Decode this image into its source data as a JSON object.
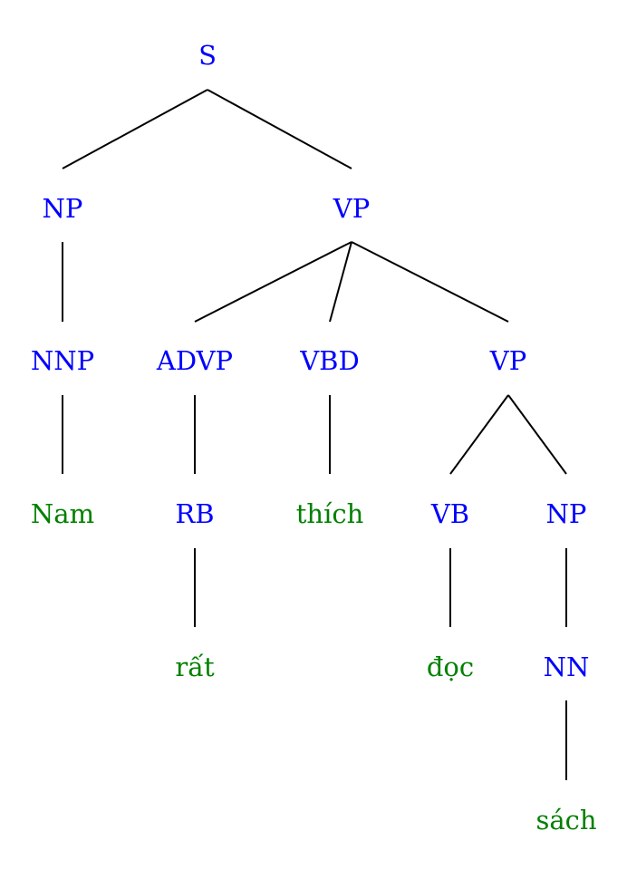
{
  "colors": {
    "nonterminal": "#0000ff",
    "terminal": "#008000",
    "edge": "#000000"
  },
  "tree": {
    "s": {
      "label": "S",
      "kind": "nonterminal"
    },
    "np1": {
      "label": "NP",
      "kind": "nonterminal"
    },
    "vp1": {
      "label": "VP",
      "kind": "nonterminal"
    },
    "nnp": {
      "label": "NNP",
      "kind": "nonterminal"
    },
    "advp": {
      "label": "ADVP",
      "kind": "nonterminal"
    },
    "vbd": {
      "label": "VBD",
      "kind": "nonterminal"
    },
    "vp2": {
      "label": "VP",
      "kind": "nonterminal"
    },
    "nam": {
      "label": "Nam",
      "kind": "terminal"
    },
    "rb": {
      "label": "RB",
      "kind": "nonterminal"
    },
    "thich": {
      "label": "thích",
      "kind": "terminal"
    },
    "vb": {
      "label": "VB",
      "kind": "nonterminal"
    },
    "np2": {
      "label": "NP",
      "kind": "nonterminal"
    },
    "rat": {
      "label": "rất",
      "kind": "terminal"
    },
    "doc": {
      "label": "đọc",
      "kind": "terminal"
    },
    "nn": {
      "label": "NN",
      "kind": "nonterminal"
    },
    "sach": {
      "label": "sách",
      "kind": "terminal"
    }
  }
}
